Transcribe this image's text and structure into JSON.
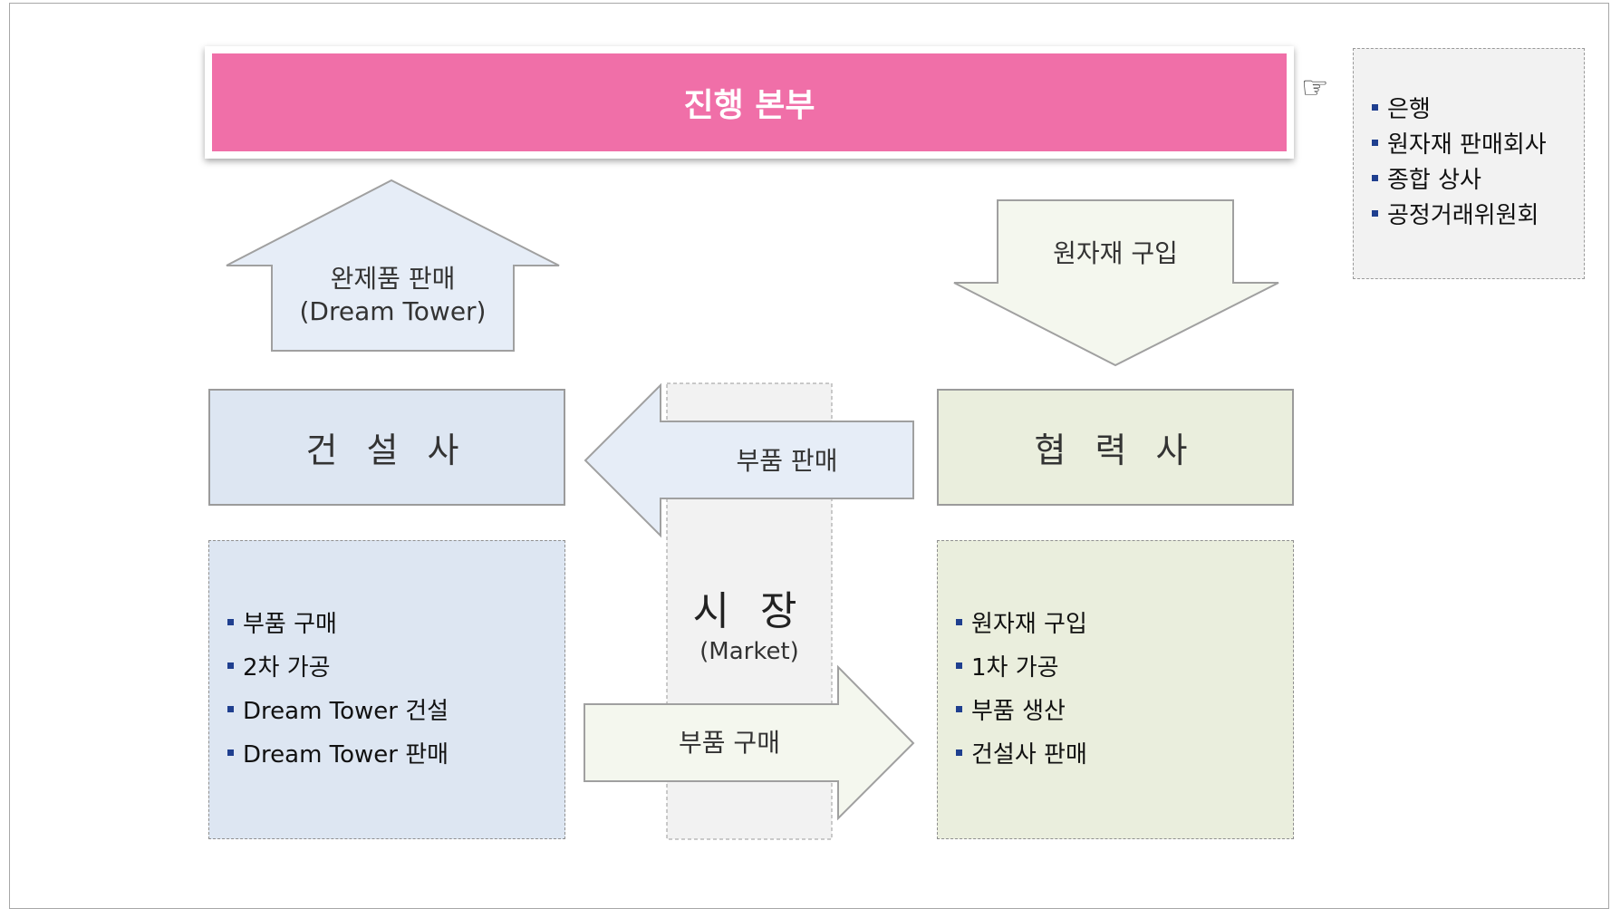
{
  "headquarters": {
    "label": "진행 본부"
  },
  "pointer": {
    "glyph": "☞",
    "icon": "pointing-hand-icon"
  },
  "partners": {
    "items": [
      "은행",
      "원자재 판매회사",
      "종합 상사",
      "공정거래위원회"
    ]
  },
  "arrows": {
    "up": {
      "line1": "완제품 판매",
      "line2": "(Dream Tower)"
    },
    "down": {
      "label": "원자재 구입"
    },
    "left": {
      "label": "부품 판매"
    },
    "right": {
      "label": "부품 구매"
    }
  },
  "construction": {
    "title": "건 설 사",
    "items": [
      "부품 구매",
      "2차 가공",
      "Dream Tower 건설",
      "Dream Tower 판매"
    ]
  },
  "supplier": {
    "title": "협 력 사",
    "items": [
      "원자재 구입",
      "1차 가공",
      "부품 생산",
      "건설사 판매"
    ]
  },
  "market": {
    "title": "시 장",
    "subtitle": "(Market)"
  },
  "colors": {
    "hq": "#f06fa8",
    "blue_fill": "#dde6f2",
    "blue_arrow": "#e6edf7",
    "green_fill": "#eaeedd",
    "green_arrow": "#f4f7ee",
    "market_fill": "#f2f2f2",
    "bullet": "#1f3f8f",
    "border": "#9b9b9b"
  }
}
